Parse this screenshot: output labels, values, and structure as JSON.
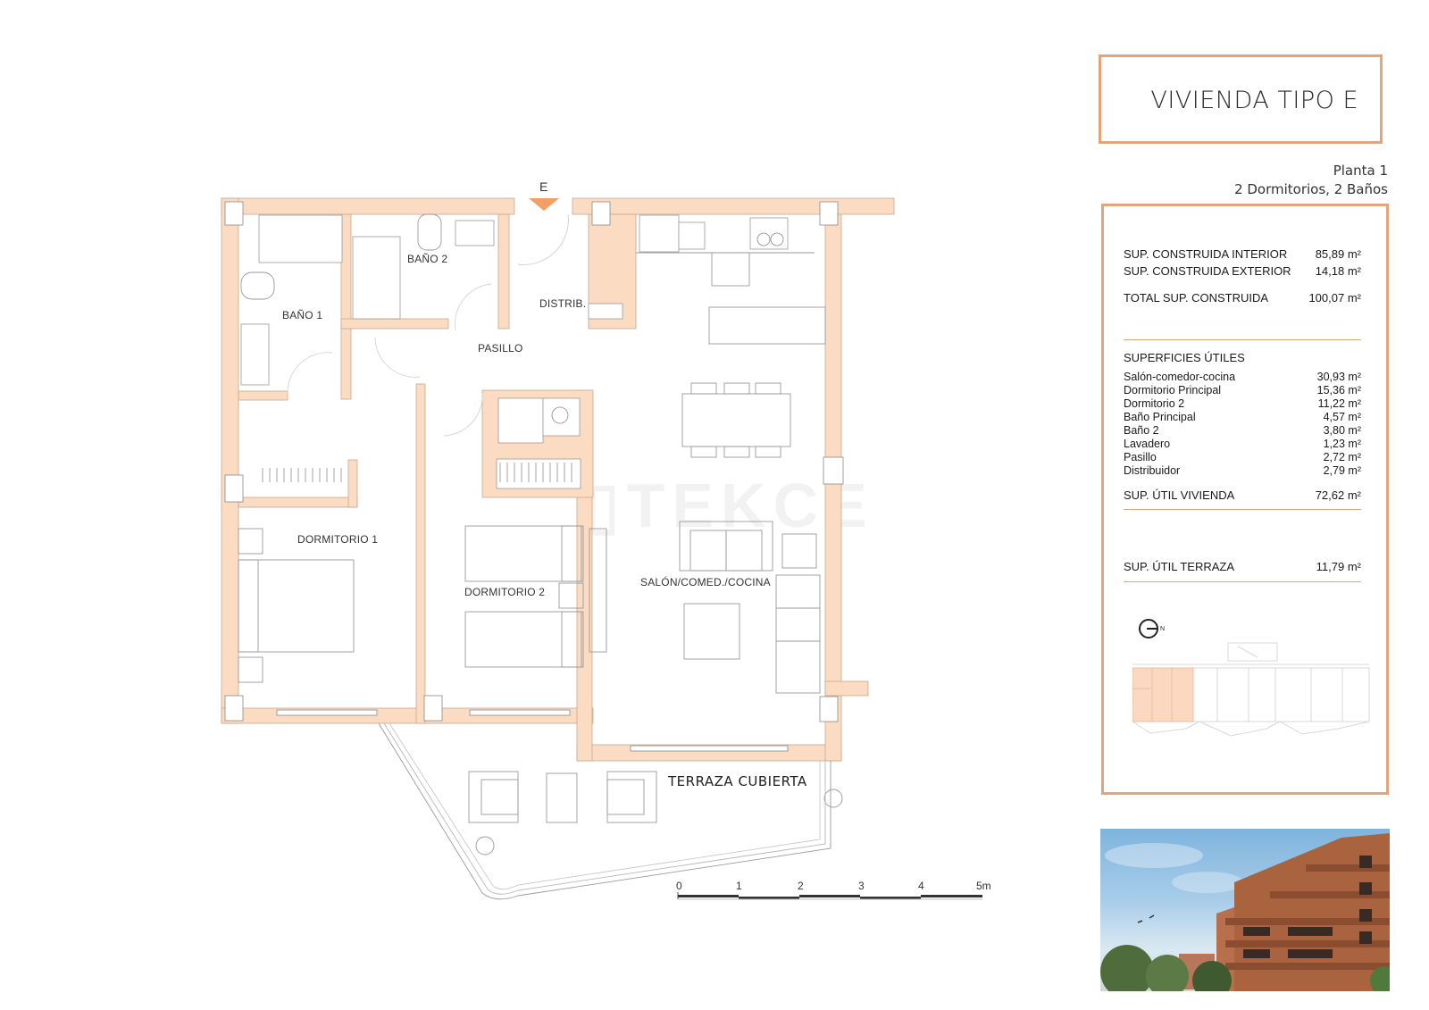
{
  "header": {
    "title": "VIVIENDA TIPO E",
    "floor": "Planta 1",
    "summary": "2 Dormitorios, 2 Baños"
  },
  "areas": {
    "built": [
      {
        "label": "SUP. CONSTRUIDA INTERIOR",
        "value": "85,89 m²"
      },
      {
        "label": "SUP. CONSTRUIDA EXTERIOR",
        "value": "14,18 m²"
      }
    ],
    "total_built": {
      "label": "TOTAL SUP. CONSTRUIDA",
      "value": "100,07 m²"
    },
    "useful_heading": "SUPERFICIES ÚTILES",
    "useful": [
      {
        "label": "Salón-comedor-cocina",
        "value": "30,93 m²"
      },
      {
        "label": "Dormitorio Principal",
        "value": "15,36 m²"
      },
      {
        "label": "Dormitorio 2",
        "value": "11,22 m²"
      },
      {
        "label": "Baño Principal",
        "value": "4,57 m²"
      },
      {
        "label": "Baño 2",
        "value": "3,80 m²"
      },
      {
        "label": "Lavadero",
        "value": "1,23 m²"
      },
      {
        "label": "Pasillo",
        "value": "2,72 m²"
      },
      {
        "label": "Distribuidor",
        "value": "2,79 m²"
      }
    ],
    "useful_total": {
      "label": "SUP. ÚTIL VIVIENDA",
      "value": "72,62 m²"
    },
    "terrace": {
      "label": "SUP. ÚTIL TERRAZA",
      "value": "11,79 m²"
    }
  },
  "compass": {
    "icon": "north-arrow-icon",
    "label": "N"
  },
  "plan": {
    "rooms": {
      "bano1": "BAÑO 1",
      "bano2": "BAÑO 2",
      "distrib": "DISTRIB.",
      "pasillo": "PASILLO",
      "dormitorio1": "DORMITORIO 1",
      "dormitorio2": "DORMITORIO 2",
      "salon": "SALÓN/COMED./COCINA",
      "terraza": "TERRAZA CUBIERTA"
    },
    "entry_marker": "E",
    "watermark": "TEKCE"
  },
  "scale": {
    "ticks": [
      "0",
      "1",
      "2",
      "3",
      "4",
      "5m"
    ]
  },
  "colors": {
    "accent": "#e3a47c",
    "wall": "#fbdcc3",
    "entry_arrow": "#f0a066"
  }
}
